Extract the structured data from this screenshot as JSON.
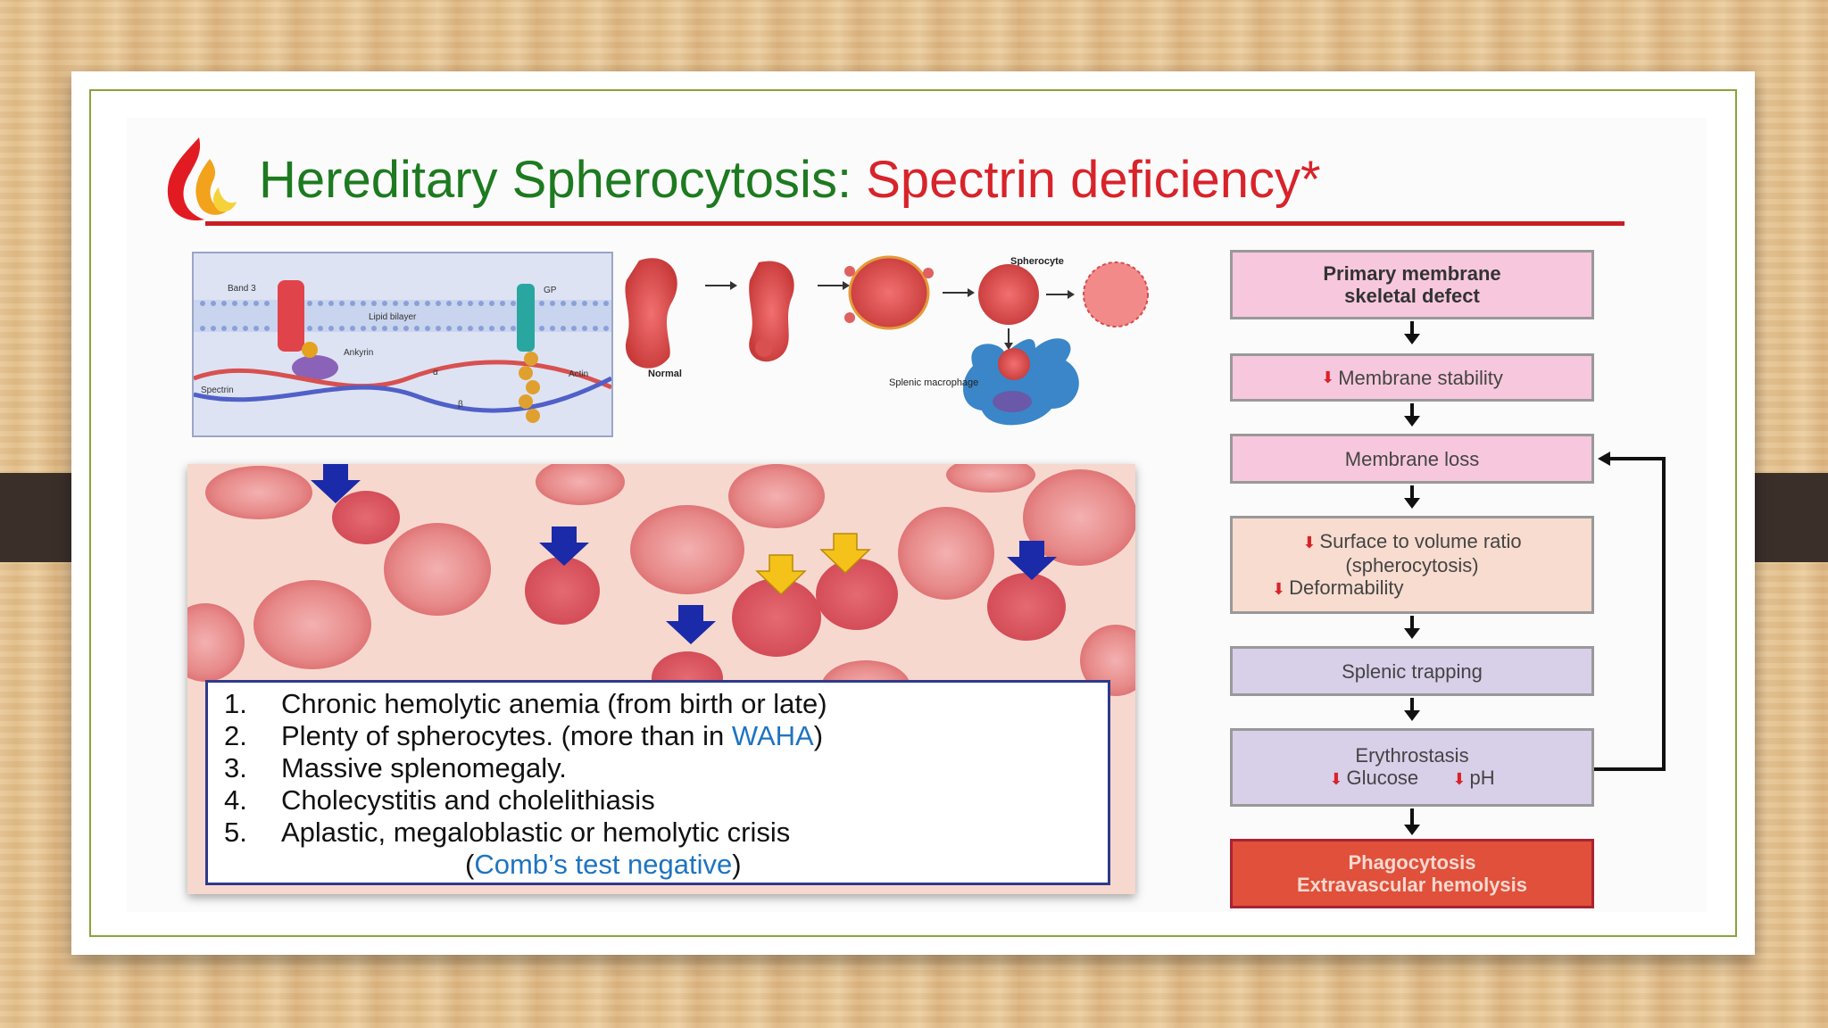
{
  "slide": {
    "title_main": "Hereditary Spherocytosis:",
    "title_sub": "Spectrin deficiency*"
  },
  "membrane_labels": {
    "band3": "Band 3",
    "gp": "GP",
    "lipid": "Lipid bilayer",
    "ankyrin": "Ankyrin",
    "spectrin": "Spectrin",
    "actin": "Actin",
    "alpha": "α",
    "beta": "β"
  },
  "cell_labels": {
    "normal": "Normal",
    "spherocyte": "Spherocyte",
    "macrophage": "Splenic macrophage"
  },
  "notes": {
    "items": [
      {
        "num": "1.",
        "text": "Chronic hemolytic anemia (from birth or late)"
      },
      {
        "num": "2.",
        "pre": "Plenty of spherocytes. (more than in ",
        "link": "WAHA",
        "post": ")"
      },
      {
        "num": "3.",
        "text": "Massive splenomegaly."
      },
      {
        "num": "4.",
        "text": "Cholecystitis and cholelithiasis"
      },
      {
        "num": "5.",
        "text": "Aplastic, megaloblastic or hemolytic crisis"
      }
    ],
    "footer_open": "(",
    "footer_link": "Comb’s test negative",
    "footer_close": ")"
  },
  "flow": {
    "box1_l1": "Primary membrane",
    "box1_l2": "skeletal defect",
    "box2": "Membrane stability",
    "box3": "Membrane loss",
    "box4_l1": "Surface to volume ratio",
    "box4_l2": "(spherocytosis)",
    "box4_l3": "Deformability",
    "box5": "Splenic trapping",
    "box6_l1": "Erythrostasis",
    "box6_glucose": "Glucose",
    "box6_ph": "pH",
    "box7_l1": "Phagocytosis",
    "box7_l2": "Extravascular hemolysis"
  },
  "colors": {
    "title_green": "#1d7a20",
    "title_red": "#d8232a",
    "link_blue": "#1f74c0",
    "flow_final_red": "#e0503a"
  }
}
